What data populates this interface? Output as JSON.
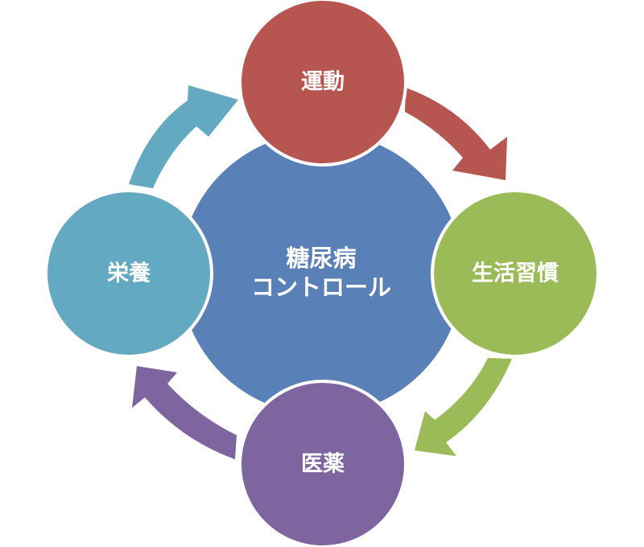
{
  "diagram": {
    "center": {
      "line1": "糖尿病",
      "line2": "コントロール",
      "color": "#5a80b8"
    },
    "nodes": [
      {
        "id": "exercise",
        "label": "運動",
        "color": "#b75551"
      },
      {
        "id": "lifestyle",
        "label": "生活習慣",
        "color": "#9bbb59"
      },
      {
        "id": "medicine",
        "label": "医薬",
        "color": "#7e659f"
      },
      {
        "id": "nutrition",
        "label": "栄養",
        "color": "#64a9c2"
      }
    ],
    "arrows": [
      {
        "from": "exercise",
        "to": "lifestyle",
        "color": "#b75551"
      },
      {
        "from": "lifestyle",
        "to": "medicine",
        "color": "#9bbb59"
      },
      {
        "from": "medicine",
        "to": "nutrition",
        "color": "#7e659f"
      },
      {
        "from": "nutrition",
        "to": "exercise",
        "color": "#64a9c2"
      }
    ]
  }
}
